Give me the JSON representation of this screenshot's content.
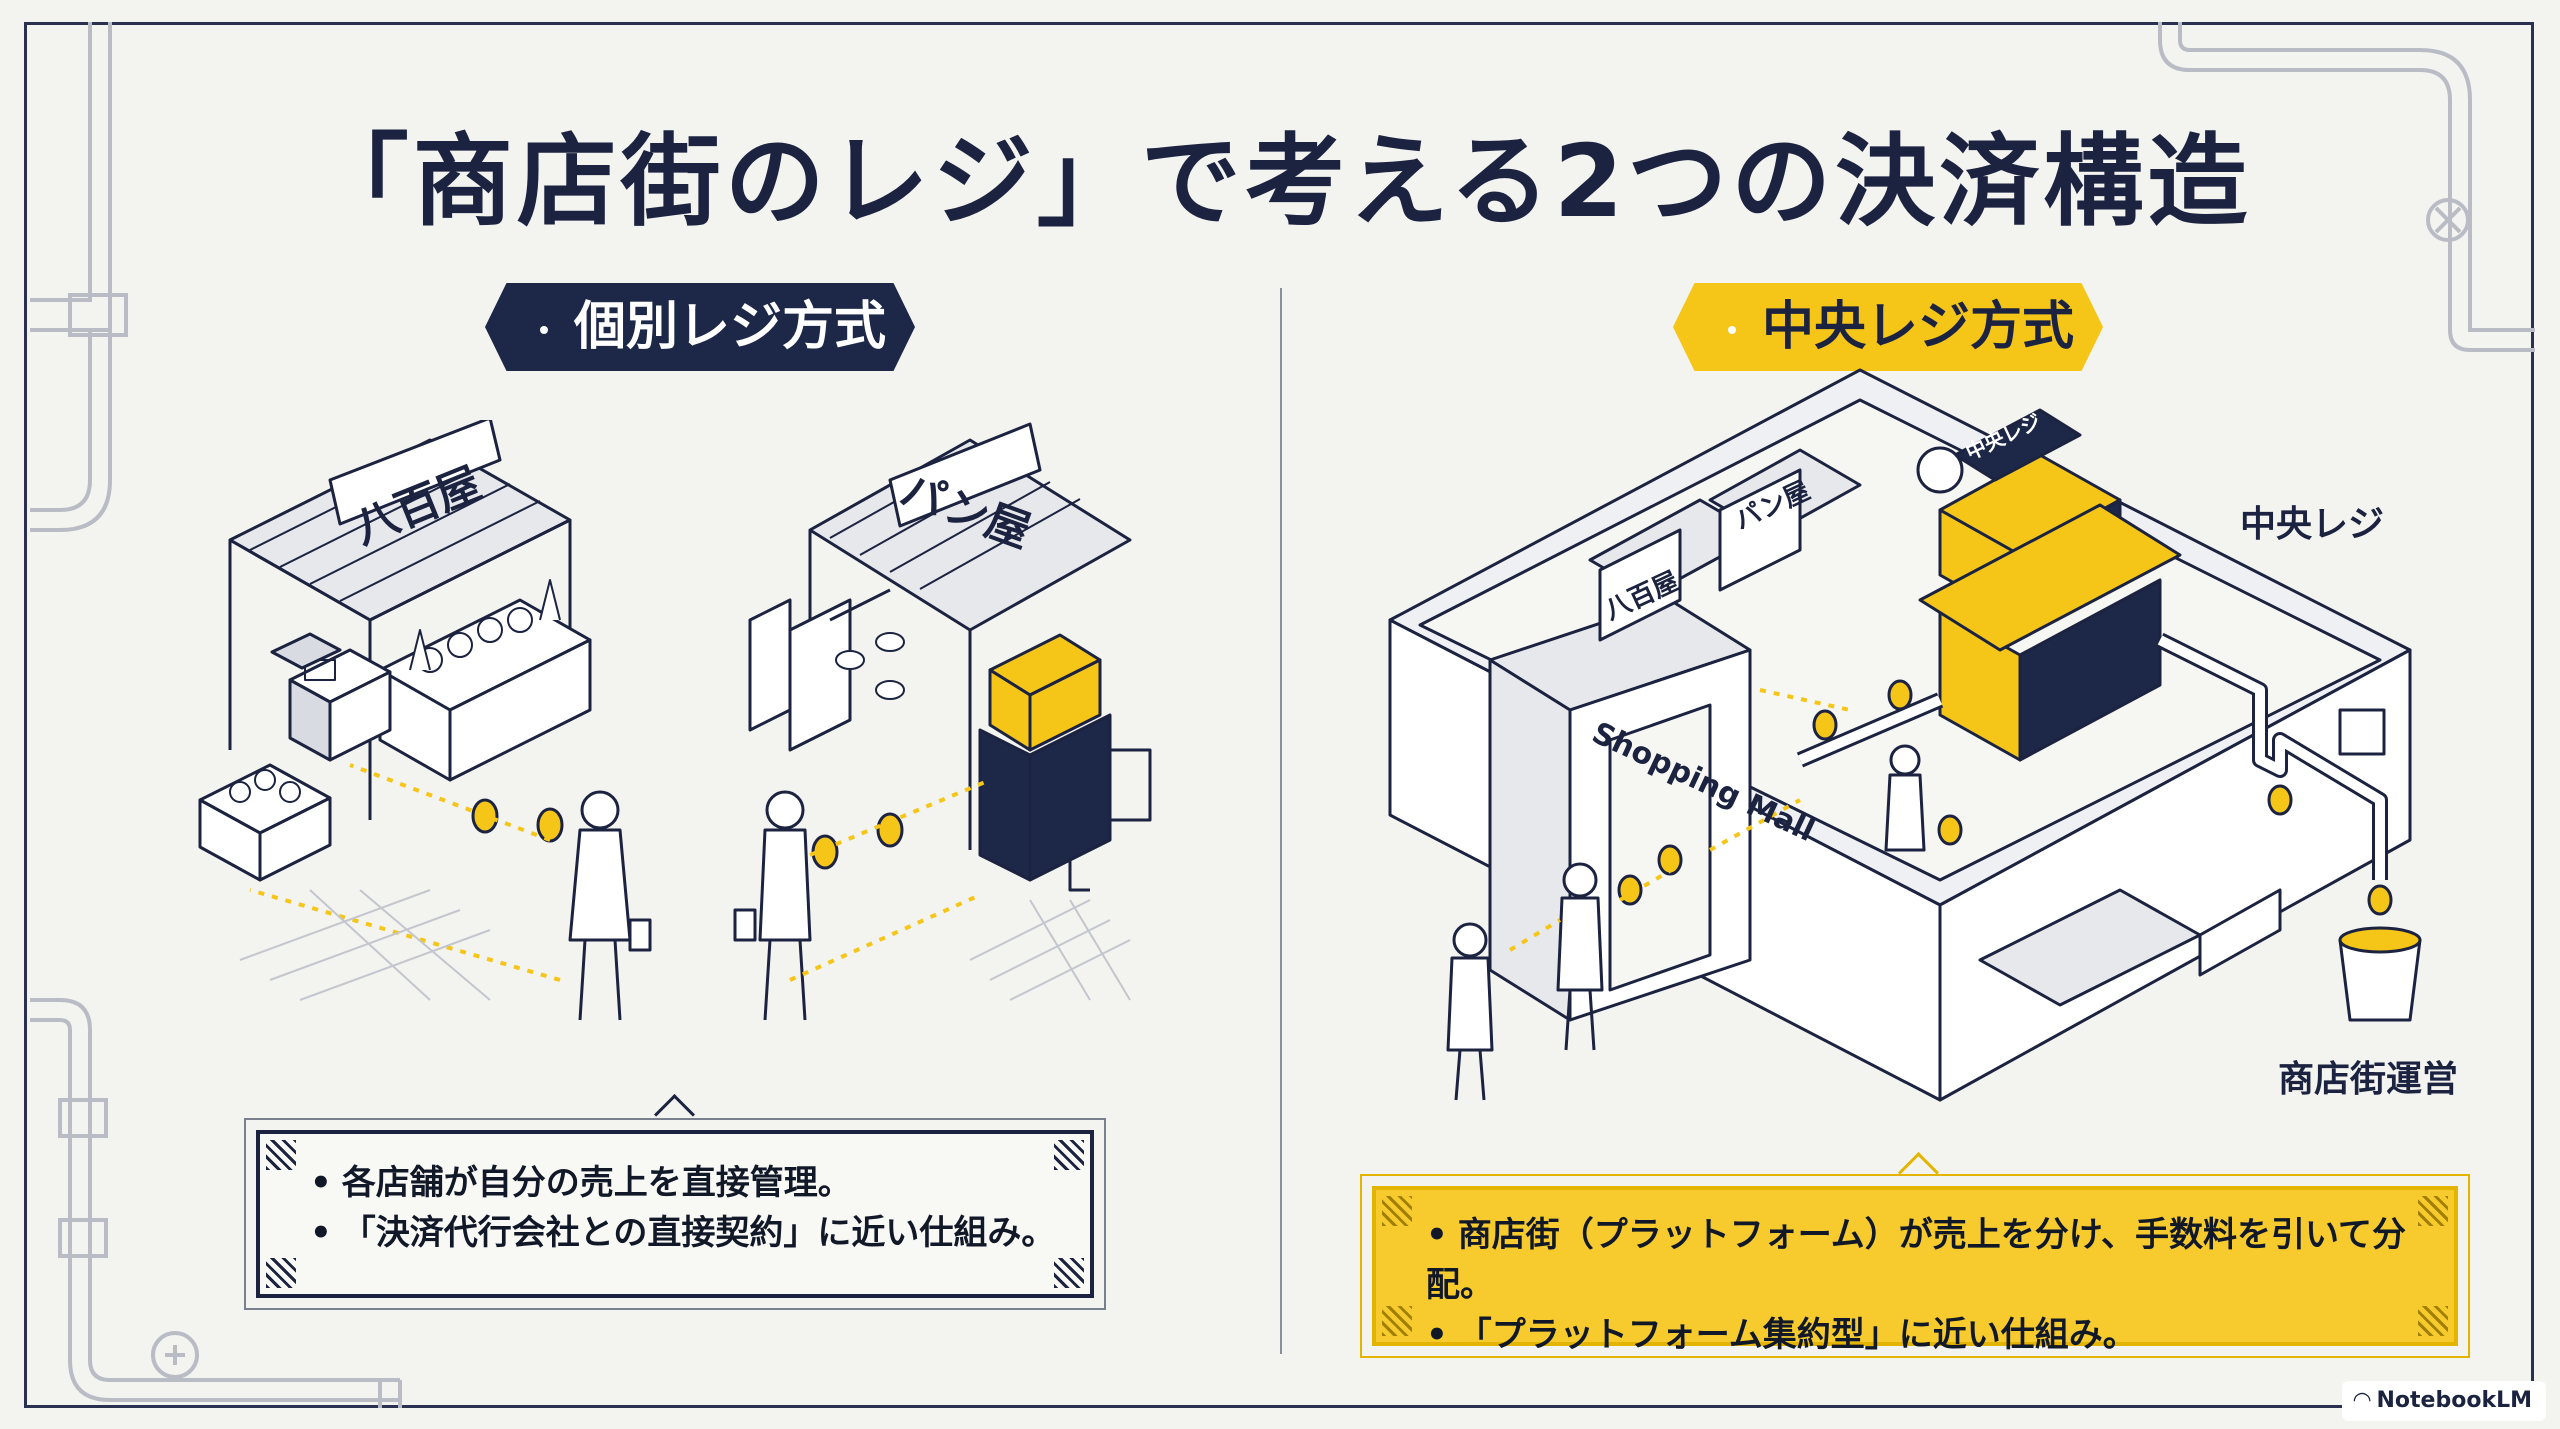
{
  "title": "「商店街のレジ」で考える2つの決済構造",
  "left": {
    "badge": "個別レジ方式",
    "shop1_sign": "八百屋",
    "shop2_sign": "パン屋",
    "bullets": [
      "各店舗が自分の売上を直接管理。",
      "「決済代行会社との直接契約」に近い仕組み。"
    ]
  },
  "right": {
    "badge": "中央レジ方式",
    "shop1_sign": "八百屋",
    "shop2_sign": "パン屋",
    "mall_sign": "Shopping Mall",
    "register_sign": "中央レジ",
    "label_register": "中央レジ",
    "label_operator": "商店街運営",
    "bullets": [
      "商店街（プラットフォーム）が売上を分け、手数料を引いて分配。",
      "「プラットフォーム集約型」に近い仕組み。"
    ]
  },
  "watermark": "NotebookLM",
  "colors": {
    "navy": "#1d2748",
    "yellow": "#f5c518",
    "background": "#f3f3ef"
  }
}
